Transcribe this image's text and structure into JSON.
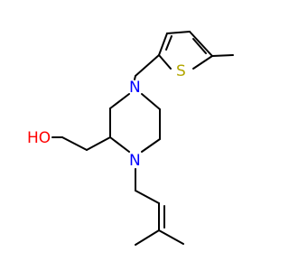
{
  "molecule": {
    "atoms": [
      {
        "id": "HO",
        "symbol": "HO",
        "color": "#ff0000"
      },
      {
        "id": "S",
        "symbol": "S",
        "color": "#b3a600"
      },
      {
        "id": "N_top",
        "symbol": "N",
        "color": "#0000ff"
      },
      {
        "id": "N_bot",
        "symbol": "N",
        "color": "#0000ff"
      }
    ],
    "bond_color": "#000000",
    "background": "#ffffff"
  }
}
